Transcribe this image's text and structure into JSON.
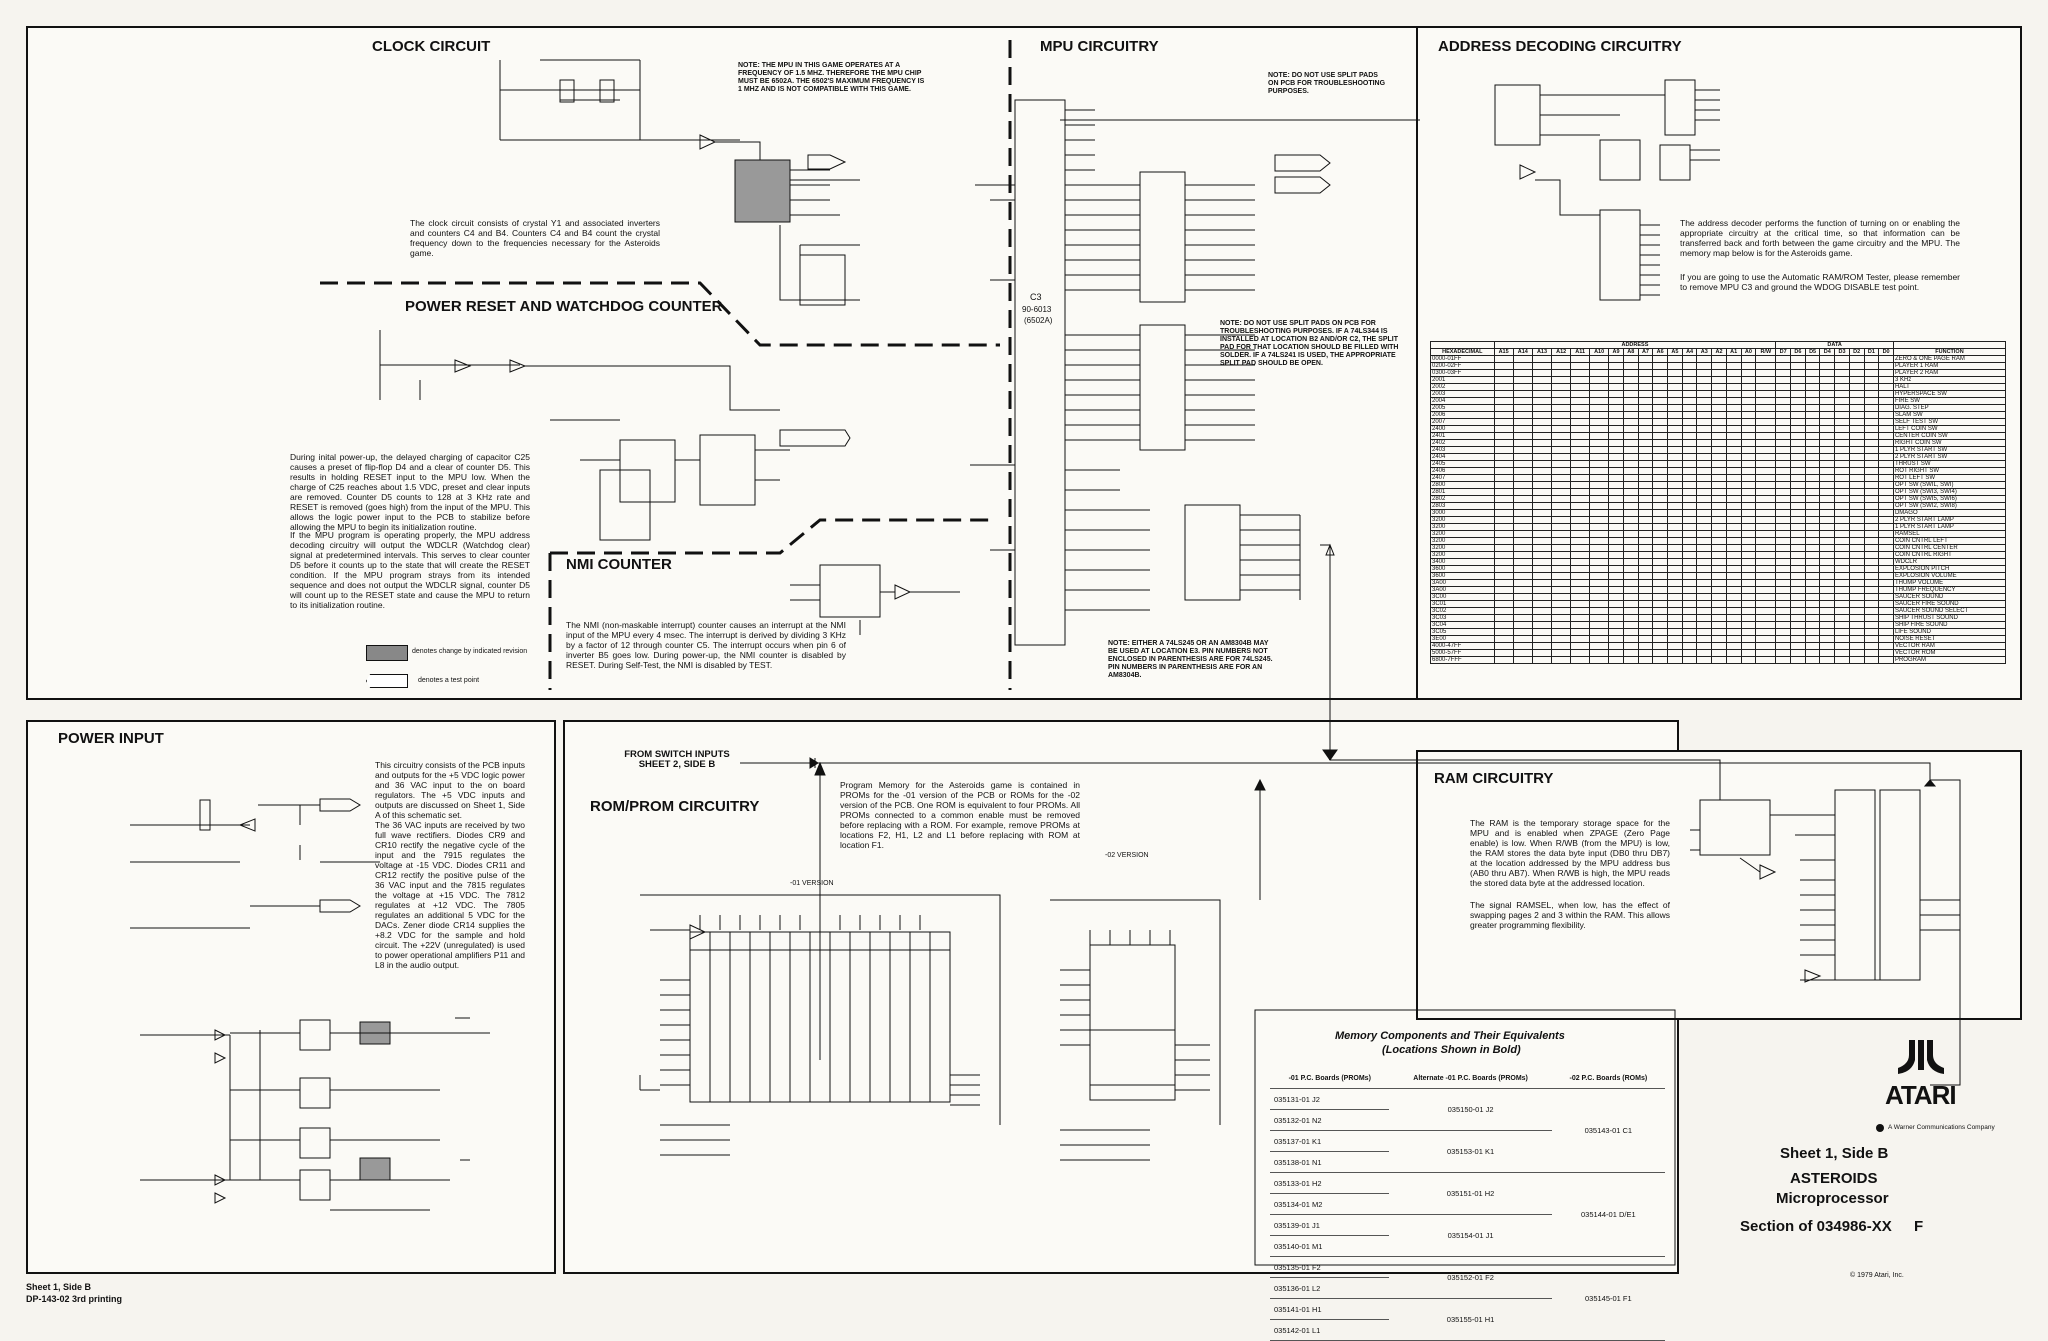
{
  "sections": {
    "clock": {
      "title": "CLOCK CIRCUIT",
      "text": "The clock circuit consists of crystal Y1 and associated inverters and counters C4 and B4. Counters C4 and B4 count the crystal frequency down to the frequencies necessary for the Asteroids game."
    },
    "power_reset": {
      "title": "POWER RESET AND WATCHDOG COUNTER",
      "text1": "During inital power-up, the delayed charging of capacitor C25 causes a preset of flip-flop D4 and a clear of counter D5. This results in holding RESET input to the MPU low. When the charge of C25 reaches about 1.5 VDC, preset and clear inputs are removed. Counter D5 counts to 128 at 3 KHz rate and RESET is removed (goes high) from the input of the MPU. This allows the logic power input to the PCB to stabilize before allowing the MPU to begin its initialization routine.",
      "text2": "If the MPU program is operating properly, the MPU address decoding circuitry will output the WDCLR (Watchdog clear) signal at predetermined intervals. This serves to clear counter D5 before it counts up to the state that will create the RESET condition. If the MPU program strays from its intended sequence and does not output the WDCLR signal, counter D5 will count up to the RESET state and cause the MPU to return to its initialization routine."
    },
    "nmi": {
      "title": "NMI COUNTER",
      "text": "The NMI (non-maskable interrupt) counter causes an interrupt at the NMI input of the MPU every 4 msec. The interrupt is derived by dividing 3 KHz by a factor of 12 through counter C5. The interrupt occurs when pin 6 of inverter B5 goes low. During power-up, the NMI counter is disabled by RESET. During Self-Test, the NMI is disabled by TEST."
    },
    "mpu": {
      "title": "MPU CIRCUITRY",
      "note1": "NOTE: THE MPU IN THIS GAME OPERATES AT A FREQUENCY OF 1.5 MHZ. THEREFORE THE MPU CHIP MUST BE 6502A. THE 6502'S MAXIMUM FREQUENCY IS 1 MHZ AND IS NOT COMPATIBLE WITH THIS GAME.",
      "note2": "NOTE: DO NOT USE SPLIT PADS ON PCB FOR TROUBLESHOOTING PURPOSES.",
      "note3": "NOTE: DO NOT USE SPLIT PADS ON PCB FOR TROUBLESHOOTING PURPOSES. IF A 74LS344 IS INSTALLED AT LOCATION B2 AND/OR C2, THE SPLIT PAD FOR THAT LOCATION SHOULD BE FILLED WITH SOLDER. IF A 74LS241 IS USED, THE APPROPRIATE SPLIT PAD SHOULD BE OPEN.",
      "note4": "NOTE: EITHER A 74LS245 OR AN AM8304B MAY BE USED AT LOCATION E3. PIN NUMBERS NOT ENCLOSED IN PARENTHESIS ARE FOR 74LS245. PIN NUMBERS IN PARENTHESIS ARE FOR AN AM8304B.",
      "chip": "C3",
      "chip_part": "90-6013",
      "chip_alt": "(6502A)"
    },
    "address": {
      "title": "ADDRESS DECODING CIRCUITRY",
      "text1": "The address decoder performs the function of turning on or enabling the appropriate circuitry at the critical time, so that information can be transferred back and forth between the game circuitry and the MPU. The memory map below is for the Asteroids game.",
      "text2": "If you are going to use the Automatic RAM/ROM Tester, please remember to remove MPU C3 and ground the WDOG DISABLE test point."
    },
    "power_input": {
      "title": "POWER INPUT",
      "text1": "This circuitry consists of the PCB inputs and outputs for the +5 VDC logic power and 36 VAC input to the on board regulators. The +5 VDC inputs and outputs are discussed on Sheet 1, Side A of this schematic set.",
      "text2": "The 36 VAC inputs are received by two full wave rectifiers. Diodes CR9 and CR10 rectify the negative cycle of the input and the 7915 regulates the voltage at -15 VDC. Diodes CR11 and CR12 rectify the positive pulse of the 36 VAC input and the 7815 regulates the voltage at +15 VDC. The 7812 regulates at +12 VDC. The 7805 regulates an additional 5 VDC for the DACs. Zener diode CR14 supplies the +8.2 VDC for the sample and hold circuit. The +22V (unregulated) is used to power operational amplifiers P11 and L8 in the audio output."
    },
    "rom": {
      "title": "ROM/PROM CIRCUITRY",
      "from_switch": "FROM SWITCH INPUTS SHEET 2, SIDE B",
      "text": "Program Memory for the Asteroids game is contained in PROMs for the -01 version of the PCB or ROMs for the -02 version of the PCB. One ROM is equivalent to four PROMs. All PROMs connected to a common enable must be removed before replacing with a ROM. For example, remove PROMs at locations F2, H1, L2 and L1 before replacing with ROM at location F1.",
      "v01": "-01 VERSION",
      "v02": "-02 VERSION"
    },
    "ram": {
      "title": "RAM CIRCUITRY",
      "text1": "The RAM is the temporary storage space for the MPU and is enabled when ZPAGE (Zero Page enable) is low. When R/WB (from the MPU) is low, the RAM stores the data byte input (DB0 thru DB7) at the location addressed by the MPU address bus (AB0 thru AB7). When R/WB is high, the MPU reads the stored data byte at the addressed location.",
      "text2": "The signal RAMSEL, when low, has the effect of swapping pages 2 and 3 within the RAM. This allows greater programming flexibility."
    }
  },
  "legend": {
    "revision": "denotes change by indicated revision",
    "testpoint": "denotes a test point"
  },
  "memory_map": {
    "headers": [
      "HEXADECIMAL",
      "A15",
      "A14",
      "A13",
      "A12",
      "A11",
      "A10",
      "A9",
      "A8",
      "A7",
      "A6",
      "A5",
      "A4",
      "A3",
      "A2",
      "A1",
      "A0",
      "R/W",
      "D7",
      "D6",
      "D5",
      "D4",
      "D3",
      "D2",
      "D1",
      "D0",
      "FUNCTION"
    ],
    "group_address": "ADDRESS",
    "group_data": "DATA",
    "rows": [
      [
        "0000-01FF",
        "ZERO & ONE PAGE RAM"
      ],
      [
        "0200-02FF",
        "PLAYER 1 RAM"
      ],
      [
        "0300-03FF",
        "PLAYER 2 RAM"
      ],
      [
        "2001",
        "3 KHz"
      ],
      [
        "2002",
        "HALT"
      ],
      [
        "2003",
        "HYPERSPACE SW"
      ],
      [
        "2004",
        "FIRE SW"
      ],
      [
        "2005",
        "DIAG. STEP"
      ],
      [
        "2006",
        "SLAM SW"
      ],
      [
        "2007",
        "SELF TEST SW"
      ],
      [
        "2400",
        "LEFT COIN SW"
      ],
      [
        "2401",
        "CENTER COIN SW"
      ],
      [
        "2402",
        "RIGHT COIN SW"
      ],
      [
        "2403",
        "1 PLYR START SW"
      ],
      [
        "2404",
        "2 PLYR START SW"
      ],
      [
        "2405",
        "THRUST SW"
      ],
      [
        "2406",
        "ROT RIGHT SW"
      ],
      [
        "2407",
        "ROT LEFT SW"
      ],
      [
        "2800",
        "OPT SW (SWIL, SWI)"
      ],
      [
        "2801",
        "OPT SW (SWI3, SWI4)"
      ],
      [
        "2802",
        "OPT SW (SWI5, SWI6)"
      ],
      [
        "2803",
        "OPT SW (SWI2, SWI8)"
      ],
      [
        "3000",
        "DMAGO"
      ],
      [
        "3200",
        "2 PLYR START LAMP"
      ],
      [
        "3200",
        "1 PLYR START LAMP"
      ],
      [
        "3200",
        "RAMSEL"
      ],
      [
        "3200",
        "COIN CNTRL LEFT"
      ],
      [
        "3200",
        "COIN CNTRL CENTER"
      ],
      [
        "3200",
        "COIN CNTRL RIGHT"
      ],
      [
        "3400",
        "WDCLR"
      ],
      [
        "3600",
        "EXPLOSION PITCH"
      ],
      [
        "3600",
        "EXPLOSION VOLUME"
      ],
      [
        "3A00",
        "THUMP VOLUME"
      ],
      [
        "3A00",
        "THUMP FREQUENCY"
      ],
      [
        "3C00",
        "SAUCER SOUND"
      ],
      [
        "3C01",
        "SAUCER FIRE SOUND"
      ],
      [
        "3C02",
        "SAUCER SOUND SELECT"
      ],
      [
        "3C03",
        "SHIP THRUST SOUND"
      ],
      [
        "3C04",
        "SHIP FIRE SOUND"
      ],
      [
        "3C05",
        "LIFE SOUND"
      ],
      [
        "3E00",
        "NOISE RESET"
      ],
      [
        "4000-47FF",
        "VECTOR RAM"
      ],
      [
        "5000-57FF",
        "VECTOR ROM"
      ],
      [
        "6800-7FFF",
        "PROGRAM"
      ]
    ]
  },
  "memory_components": {
    "title": "Memory Components and Their Equivalents",
    "subtitle": "(Locations Shown in Bold)",
    "headers": [
      "-01 P.C. Boards (PROMs)",
      "Alternate -01 P.C. Boards (PROMs)",
      "-02 P.C. Boards (ROMs)"
    ],
    "col1": [
      "035131-01 J2",
      "035132-01 N2",
      "035137-01 K1",
      "035138-01 N1",
      "035133-01 H2",
      "035134-01 M2",
      "035139-01 J1",
      "035140-01 M1",
      "035135-01 F2",
      "035136-01 L2",
      "035141-01 H1",
      "035142-01 L1"
    ],
    "col2": [
      "035150-01 J2",
      "035153-01 K1",
      "035151-01 H2",
      "035154-01 J1",
      "035152-01 F2",
      "035155-01 H1"
    ],
    "col3": [
      "035143-01 C1",
      "035144-01 D/E1",
      "035145-01 F1"
    ]
  },
  "title_block": {
    "brand": "ATARI",
    "warner": "A Warner Communications Company",
    "sheet": "Sheet 1, Side B",
    "game": "ASTEROIDS",
    "sub": "Microprocessor",
    "section": "Section of 034986-XX",
    "rev": "F",
    "copyright": "© 1979 Atari, Inc."
  },
  "footer": {
    "line1": "Sheet 1, Side B",
    "line2": "DP-143-02 3rd printing"
  }
}
